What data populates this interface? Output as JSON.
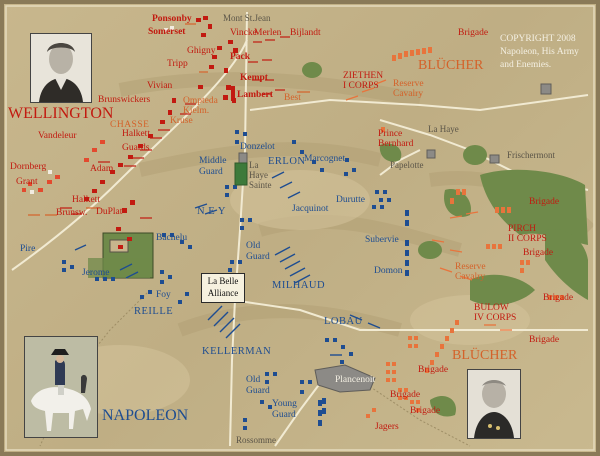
{
  "copyright": {
    "line1": "COPYRIGHT 2008",
    "line2": "Napoleon, His Army",
    "line3": "and Enemies."
  },
  "commanders": {
    "wellington": "WELLINGTON",
    "napoleon": "NAPOLEON",
    "blucher_top": "BLÜCHER",
    "blucher_bottom": "BLÜCHER"
  },
  "places": {
    "mont_st_jean": "Mont St.Jean",
    "la_haye": "La Haye",
    "papelotte": "Papelotte",
    "frischermont": "Frischermont",
    "plancenoit": "Plancenoit",
    "rossomme": "Rossomme",
    "la_haye_sainte": [
      "La",
      "Haye",
      "Sainte"
    ],
    "la_belle_alliance": [
      "La Belle",
      "Alliance"
    ]
  },
  "allied_units": {
    "ponsonby": "Ponsonby",
    "somerset": "Somerset",
    "vincke": "Vincke",
    "merlen": "Merlen",
    "bijlandt": "Bijlandt",
    "ghigny": "Ghigny",
    "tripp": "Tripp",
    "pack": "Pack",
    "kempt": "Kempt",
    "vivian": "Vivian",
    "brunswickers": "Brunswickers",
    "ompteda": [
      "Ompteda",
      "Kielm."
    ],
    "lambert": "Lambert",
    "best": "Best",
    "chasse": "CHASSE",
    "kruse": "Kruse",
    "vandeleur": "Vandeleur",
    "halkett_1": "Halkett",
    "guards": "Guards",
    "dornberg": "Dornberg",
    "adam": "Adam",
    "grant": "Grant",
    "halkett_2": "Halkett",
    "duplat": "DuPlat",
    "brunsw": "Brunsw."
  },
  "prussian_units": {
    "ziethen": [
      "ZIETHEN",
      "I CORPS"
    ],
    "reserve_cavalry_1": [
      "Reserve",
      "Cavalry"
    ],
    "prince_bernhard": [
      "Prince",
      "Bernhard"
    ],
    "brigade_1": "Brigade",
    "brigade_2": "Brigade",
    "pirch": [
      "PIRCH",
      "II CORPS"
    ],
    "brigade_3": "Brigade",
    "reserve_cavalry_2": [
      "Reserve",
      "Cavalry"
    ],
    "brigade_4": "Brigade",
    "bulow": [
      "BULOW",
      "IV CORPS"
    ],
    "brigade_5": "Brigade",
    "brigade_6": "Brigade",
    "brigade_7": "Brigade",
    "brigade_8": "Brigade",
    "jagers": "Jagers"
  },
  "french_units": {
    "donzelot": "Donzelot",
    "middle_guard": [
      "Middle",
      "Guard"
    ],
    "erlon": "ERLON",
    "marcognet": "Marcognet",
    "durutte": "Durutte",
    "jacquinot": "Jacquinot",
    "ney": "N E Y",
    "bachelu": "Bachelu",
    "old_guard_1": [
      "Old",
      "Guard"
    ],
    "subervie": "Subervie",
    "domon": "Domon",
    "pire": "Pire",
    "jerome": "Jerome",
    "milhaud": "MILHAUD",
    "foy": "Foy",
    "reille": "REILLE",
    "lobau": "LOBAU",
    "kellerman": "KELLERMAN",
    "old_guard_2": [
      "Old",
      "Guard"
    ],
    "young_guard": [
      "Young",
      "Guard"
    ]
  },
  "colors": {
    "terrain": "#c7b58c",
    "allied_red": "#c21a10",
    "prussian_orange": "#e8743c",
    "french_blue": "#1e4d91",
    "woods": "#6f8a4a",
    "frame": "#8a7a58"
  }
}
